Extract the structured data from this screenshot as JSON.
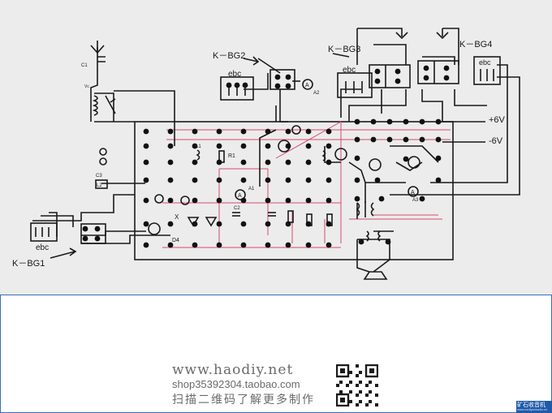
{
  "diagram": {
    "labels": {
      "bg1": "K－BG1",
      "bg2": "K－BG2",
      "bg3": "K－BG3",
      "bg4": "K－BG4",
      "ebc": "ebc",
      "plus6v": "+6V",
      "minus6v": "-6V",
      "c1": "C1",
      "c2": "C2",
      "c3": "C3",
      "l1": "L1",
      "l2": "L2",
      "r1": "R1",
      "d4": "D4",
      "a1": "A1",
      "a2": "A2",
      "a3": "A3",
      "ammeter": "A",
      "x": "X",
      "vc": "Vc"
    },
    "colors": {
      "ink": "#1a1a1a",
      "red_wire": "#d94a6b",
      "paper": "#ececec"
    }
  },
  "footer": {
    "website": "www.haodiy.net",
    "shop": "shop35392304.taobao.com",
    "scan_text": "扫描二维码了解更多制作",
    "qr_icon": "qr-code-icon",
    "badge": {
      "main": "矿石收音机",
      "sub": "www.xxdiyshradio.cn"
    },
    "border_color": "#3a6fb8",
    "badge_color": "#1f5aa8"
  }
}
